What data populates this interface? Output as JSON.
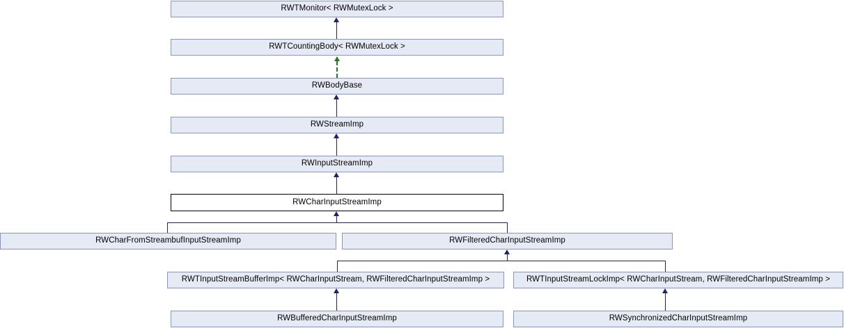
{
  "diagram": {
    "type": "uml-inheritance",
    "title": "RWCharInputStreamImp inheritance diagram",
    "colors": {
      "node_fill": "#e6eaf5",
      "node_border": "#8396c4",
      "current_fill": "#ffffff",
      "current_border": "#000000",
      "edge_inheritance": "#1f1f78",
      "edge_template_instantiation": "#1f7a1f",
      "background": "#ffffff"
    },
    "nodes": [
      {
        "id": "rwtmonitor",
        "label": "RWTMonitor< RWMutexLock >",
        "row": 1,
        "current": false
      },
      {
        "id": "rwtcountingbody",
        "label": "RWTCountingBody< RWMutexLock >",
        "row": 2,
        "current": false
      },
      {
        "id": "rwbodybase",
        "label": "RWBodyBase",
        "row": 3,
        "current": false
      },
      {
        "id": "rwstreamimp",
        "label": "RWStreamImp",
        "row": 4,
        "current": false
      },
      {
        "id": "rwinputstreamimp",
        "label": "RWInputStreamImp",
        "row": 5,
        "current": false
      },
      {
        "id": "rwcharinputstreamimp",
        "label": "RWCharInputStreamImp",
        "row": 6,
        "current": true
      },
      {
        "id": "rwcharfromstreambuf",
        "label": "RWCharFromStreambufInputStreamImp",
        "row": 7,
        "current": false
      },
      {
        "id": "rwfilteredchar",
        "label": "RWFilteredCharInputStreamImp",
        "row": 7,
        "current": false
      },
      {
        "id": "rwtinputstreambufferimp",
        "label": "RWTInputStreamBufferImp< RWCharInputStream, RWFilteredCharInputStreamImp >",
        "row": 8,
        "current": false
      },
      {
        "id": "rwtinputstreamlockimp",
        "label": "RWTInputStreamLockImp< RWCharInputStream, RWFilteredCharInputStreamImp >",
        "row": 8,
        "current": false
      },
      {
        "id": "rwbufferedchar",
        "label": "RWBufferedCharInputStreamImp",
        "row": 9,
        "current": false
      },
      {
        "id": "rwsynchronizedchar",
        "label": "RWSynchronizedCharInputStreamImp",
        "row": 9,
        "current": false
      }
    ],
    "edges": [
      {
        "from": "rwtcountingbody",
        "to": "rwtmonitor",
        "style": "solid"
      },
      {
        "from": "rwbodybase",
        "to": "rwtcountingbody",
        "style": "dashed"
      },
      {
        "from": "rwstreamimp",
        "to": "rwbodybase",
        "style": "solid"
      },
      {
        "from": "rwinputstreamimp",
        "to": "rwstreamimp",
        "style": "solid"
      },
      {
        "from": "rwcharinputstreamimp",
        "to": "rwinputstreamimp",
        "style": "solid"
      },
      {
        "from": "rwcharfromstreambuf",
        "to": "rwcharinputstreamimp",
        "style": "solid"
      },
      {
        "from": "rwfilteredchar",
        "to": "rwcharinputstreamimp",
        "style": "solid"
      },
      {
        "from": "rwtinputstreambufferimp",
        "to": "rwfilteredchar",
        "style": "solid"
      },
      {
        "from": "rwtinputstreamlockimp",
        "to": "rwfilteredchar",
        "style": "solid"
      },
      {
        "from": "rwbufferedchar",
        "to": "rwtinputstreambufferimp",
        "style": "solid"
      },
      {
        "from": "rwsynchronizedchar",
        "to": "rwtinputstreamlockimp",
        "style": "solid"
      }
    ]
  }
}
